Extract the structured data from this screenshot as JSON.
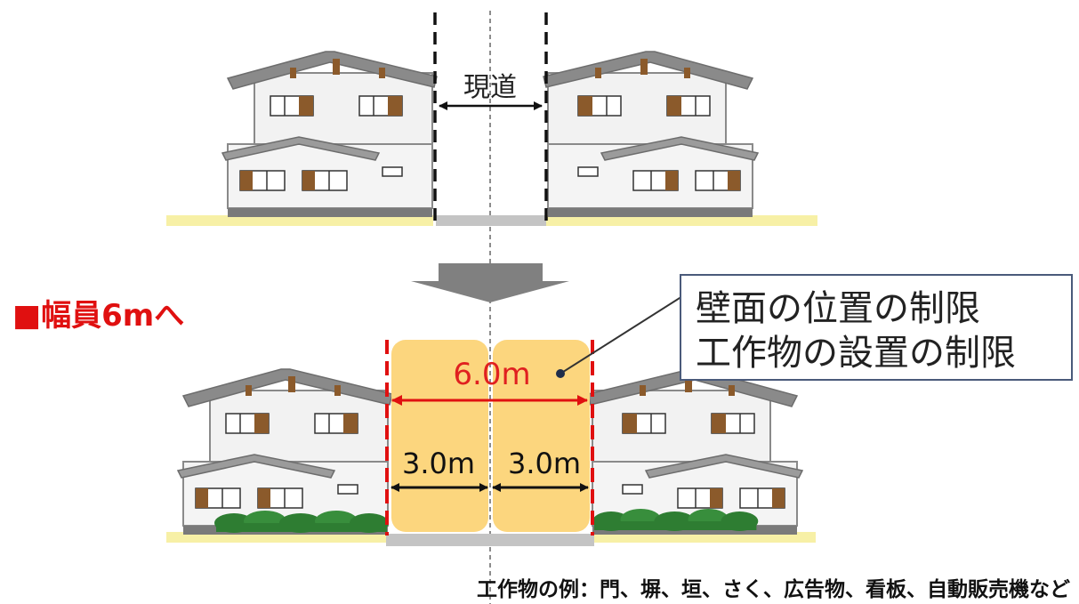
{
  "top": {
    "road_label": "現道"
  },
  "bottom": {
    "heading": "■幅員6mへ",
    "total_width": "6.0m",
    "half_width_left": "3.0m",
    "half_width_right": "3.0m"
  },
  "callout": {
    "line1": "壁面の位置の制限",
    "line2": "工作物の設置の制限"
  },
  "footnote": "工作物の例：門、塀、垣、さく、広告物、看板、自動販売機など",
  "colors": {
    "accent_red": "#e01010",
    "setback_zone": "#fcd67e",
    "road_gray": "#c4c4c4",
    "ground_yellow": "#f7f0a6",
    "hedge_green": "#2e7d32",
    "roof_gray": "#8a8a8a",
    "window_brown": "#8b5a2b"
  }
}
